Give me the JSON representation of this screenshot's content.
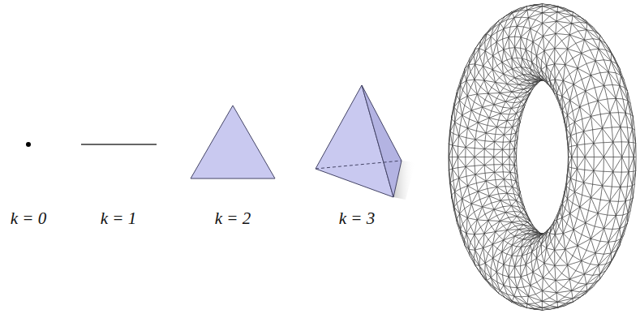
{
  "diagram": {
    "labels": [
      "k = 0",
      "k = 1",
      "k = 2",
      "k = 3"
    ]
  }
}
